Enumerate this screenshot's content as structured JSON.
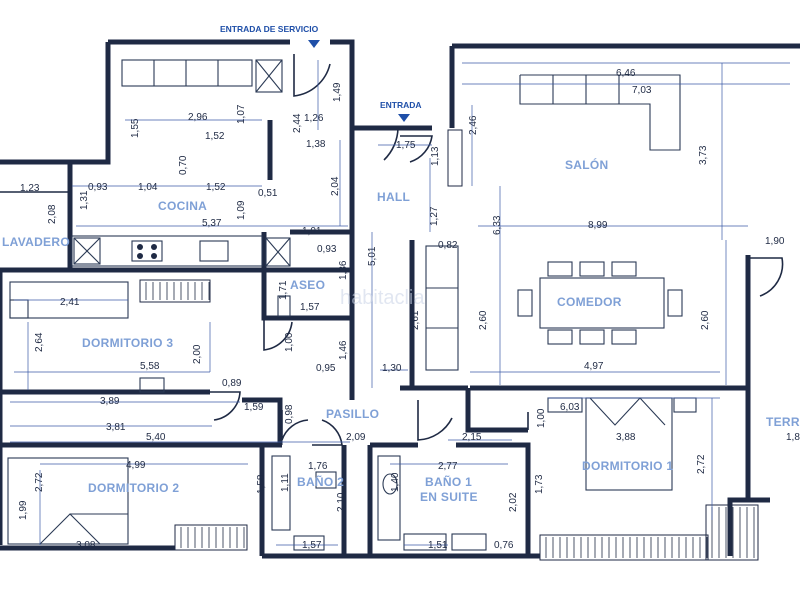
{
  "entrances": {
    "service": "ENTRADA DE SERVICIO",
    "main": "ENTRADA"
  },
  "rooms": {
    "salon": "SALÓN",
    "cocina": "COCINA",
    "hall": "HALL",
    "lavadero": "LAVADERO",
    "aseo": "ASEO",
    "comedor": "COMEDOR",
    "dormitorio3": "DORMITORIO 3",
    "pasillo": "PASILLO",
    "dormitorio2": "DORMITORIO 2",
    "bano2": "BAÑO 2",
    "bano1_line1": "BAÑO 1",
    "bano1_line2": "EN SUITE",
    "dormitorio1": "DORMITORIO 1",
    "terraza_partial": "TERR"
  },
  "watermark": "habitaclia",
  "measurements": {
    "m646": "6,46",
    "m703": "7,03",
    "m246": "2,46",
    "m373": "3,73",
    "m149": "1,49",
    "m244": "2,44",
    "m126": "1,26",
    "m138": "1,38",
    "m296": "2,96",
    "m107": "1,07",
    "m155": "1,55",
    "m152a": "1,52",
    "m070": "0,70",
    "m123": "1,23",
    "m093a": "0,93",
    "m104": "1,04",
    "m152b": "1,52",
    "m051": "0,51",
    "m131": "1,31",
    "m208": "2,08",
    "m109": "1,09",
    "m537": "5,37",
    "m204": "2,04",
    "m175": "1,75",
    "m113": "1,13",
    "m127": "1,27",
    "m633": "6,33",
    "m899": "8,99",
    "m101": "1,01",
    "m093b": "0,93",
    "m082": "0,82",
    "m190": "1,90",
    "m501": "5,01",
    "m136": "1,36",
    "m171": "1,71",
    "m157a": "1,57",
    "m241": "2,41",
    "m264": "2,64",
    "m200": "2,00",
    "m261": "2,61",
    "m260a": "2,60",
    "m260b": "2,60",
    "m100": "1,00",
    "m146": "1,46",
    "m095": "0,95",
    "m558": "5,58",
    "m130": "1,30",
    "m497": "4,97",
    "m089": "0,89",
    "m389": "3,89",
    "m159": "1,59",
    "m098": "0,98",
    "m603": "6,03",
    "m381": "3,81",
    "m540": "5,40",
    "m209": "2,09",
    "m215": "2,15",
    "m100b": "1,00",
    "m388": "3,88",
    "m18x": "1,8",
    "m499": "4,99",
    "m176": "1,76",
    "m277": "2,77",
    "m272a": "2,72",
    "m272b": "2,72",
    "m158": "1,58",
    "m111": "1,11",
    "m210": "2,10",
    "m140": "1,40",
    "m202": "2,02",
    "m173": "1,73",
    "m199": "1,99",
    "m308": "3,08",
    "m157b": "1,57",
    "m151": "1,51",
    "m076": "0,76"
  }
}
